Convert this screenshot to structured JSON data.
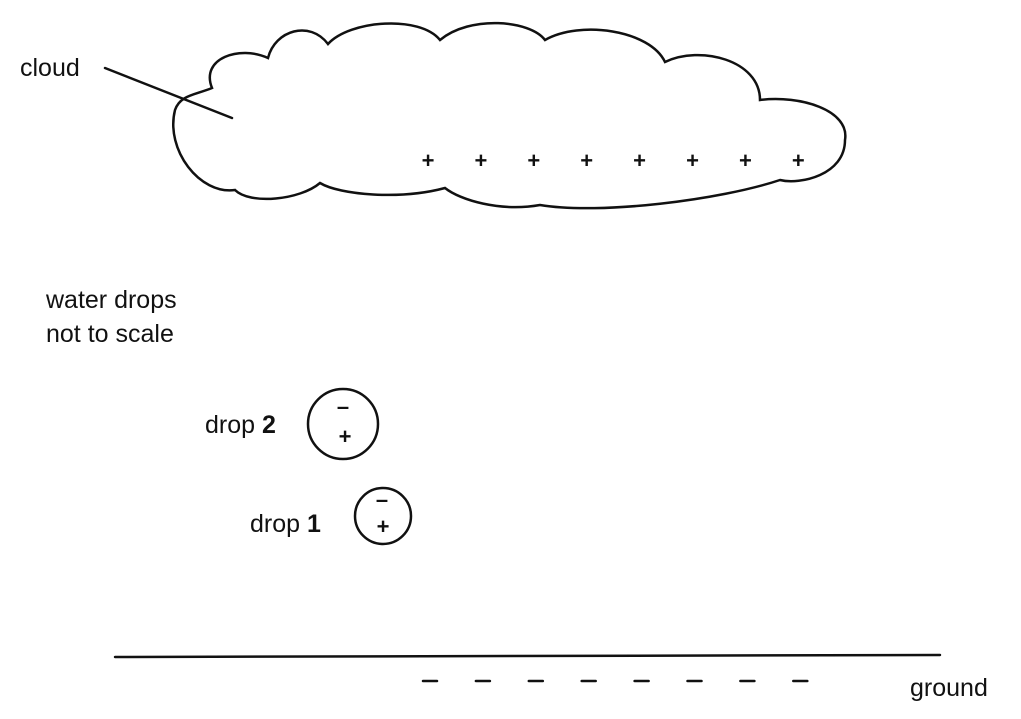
{
  "labels": {
    "cloud": "cloud",
    "note_line1": "water drops",
    "note_line2": "not to scale",
    "drop2_word": "drop ",
    "drop2_num": "2",
    "drop1_word": "drop ",
    "drop1_num": "1",
    "ground": "ground"
  },
  "cloud_charge": {
    "symbol": "+",
    "count": 8
  },
  "ground_charge": {
    "symbol": "–",
    "count": 8
  },
  "drops": [
    {
      "name": "drop 2",
      "top": "–",
      "bottom": "+"
    },
    {
      "name": "drop 1",
      "top": "–",
      "bottom": "+"
    }
  ]
}
